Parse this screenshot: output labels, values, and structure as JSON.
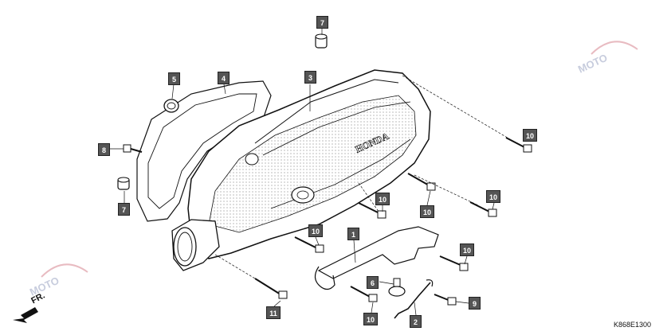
{
  "diagram": {
    "code": "K868E1300",
    "direction_label": "FR.",
    "brand_on_cover": "HONDA",
    "watermark_text": "MOTO",
    "callouts": [
      {
        "id": "c7a",
        "label": "7"
      },
      {
        "id": "c5",
        "label": "5"
      },
      {
        "id": "c4",
        "label": "4"
      },
      {
        "id": "c3",
        "label": "3"
      },
      {
        "id": "c10a",
        "label": "10"
      },
      {
        "id": "c8",
        "label": "8"
      },
      {
        "id": "c7b",
        "label": "7"
      },
      {
        "id": "c10b",
        "label": "10"
      },
      {
        "id": "c10c",
        "label": "10"
      },
      {
        "id": "c10d",
        "label": "10"
      },
      {
        "id": "c1",
        "label": "1"
      },
      {
        "id": "c10e",
        "label": "10"
      },
      {
        "id": "c10f",
        "label": "10"
      },
      {
        "id": "c6",
        "label": "6"
      },
      {
        "id": "c11",
        "label": "11"
      },
      {
        "id": "c10g",
        "label": "10"
      },
      {
        "id": "c2",
        "label": "2"
      },
      {
        "id": "c9",
        "label": "9"
      }
    ]
  }
}
